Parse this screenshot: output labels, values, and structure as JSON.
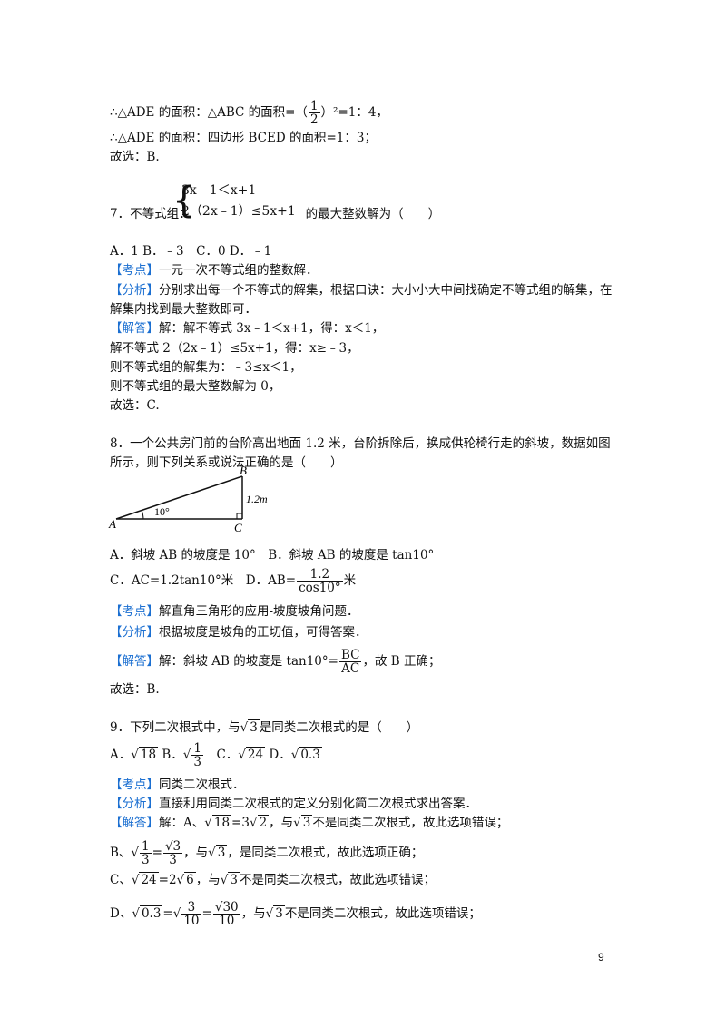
{
  "l1": {
    "a": "∴△ADE 的面积：△ABC 的面积=（",
    "num": "1",
    "den": "2",
    "b": "）²=1：4，"
  },
  "l2": "∴△ADE 的面积：四边形 BCED 的面积=1：3；",
  "l3": "故选：B.",
  "q7": {
    "prefix": "7．不等式组：",
    "ineq1": "3x﹣1＜x+1",
    "ineq2": "2（2x﹣1）≤5x+1",
    "suffix": "的最大整数解为（　　）",
    "options": "A．1 B．﹣3　C．0 D．﹣1",
    "kaodian_tag": "【考点】",
    "kaodian": "一元一次不等式组的整数解．",
    "fenxi_tag": "【分析】",
    "fenxi1": "分别求出每一个不等式的解集，根据口诀：大小小大中间找确定不等式组的解集，在",
    "fenxi2": "解集内找到最大整数即可．",
    "jieda_tag": "【解答】",
    "jieda1": "解：解不等式 3x﹣1＜x+1，得：x＜1，",
    "jieda2": "解不等式 2（2x﹣1）≤5x+1，得：x≥﹣3，",
    "jieda3": "则不等式组的解集为：﹣3≤x＜1，",
    "jieda4": "则不等式组的最大整数解为 0，",
    "answer": "故选：C."
  },
  "q8": {
    "line1": "8．一个公共房门前的台阶高出地面 1.2 米，台阶拆除后，换成供轮椅行走的斜坡，数据如图",
    "line2": "所示，则下列关系或说法正确的是（　　）",
    "fig": {
      "A": "A",
      "B": "B",
      "C": "C",
      "angle": "10°",
      "height": "1.2m"
    },
    "optAB": "A．斜坡 AB 的坡度是 10°　B．斜坡 AB 的坡度是 tan10°",
    "optC": "C．AC=1.2tan10°米　D．AB=",
    "optD_num": "1.2",
    "optD_den": "cos10°",
    "optD_unit": "米",
    "kaodian_tag": "【考点】",
    "kaodian": "解直角三角形的应用-坡度坡角问题．",
    "fenxi_tag": "【分析】",
    "fenxi": "根据坡度是坡角的正切值，可得答案．",
    "jieda_tag": "【解答】",
    "jieda_a": "解：斜坡 AB 的坡度是 tan10°=",
    "jieda_num": "BC",
    "jieda_den": "AC",
    "jieda_b": "，故 B 正确；",
    "answer": "故选：B."
  },
  "q9": {
    "line1a": "9．下列二次根式中，与",
    "line1r": "3",
    "line1b": "是同类二次根式的是（　　）",
    "optA": "A．",
    "optAr": "18",
    "optB": " B．",
    "optBn": "1",
    "optBd": "3",
    "optC": "　C．",
    "optCr": "24",
    "optD": " D．",
    "optDr": "0.3",
    "kaodian_tag": "【考点】",
    "kaodian": "同类二次根式．",
    "fenxi_tag": "【分析】",
    "fenxi": "直接利用同类二次根式的定义分别化简二次根式求出答案．",
    "jieda_tag": "【解答】",
    "jA1": "解：A、",
    "jA2": "18",
    "jA3": "=3",
    "jA4": "2",
    "jA5": "，与",
    "jA6": "3",
    "jA7": "不是同类二次根式，故此选项错误；",
    "jB1": "B、",
    "jB2": "1",
    "jB3": "3",
    "jB4": "=",
    "jB5": "√3",
    "jB6": "3",
    "jB7": "，与",
    "jB8": "3",
    "jB9": "，是同类二次根式，故此选项正确；",
    "jC1": "C、",
    "jC2": "24",
    "jC3": "=2",
    "jC4": "6",
    "jC5": "，与",
    "jC6": "3",
    "jC7": "不是同类二次根式，故此选项错误；",
    "jD1": "D、",
    "jD2": "0.3",
    "jD3": "=",
    "jD4": "3",
    "jD5": "10",
    "jD6": "=",
    "jD7": "√30",
    "jD8": "10",
    "jD9": "，与",
    "jD10": "3",
    "jD11": "不是同类二次根式，故此选项错误；"
  },
  "page_number": "9"
}
